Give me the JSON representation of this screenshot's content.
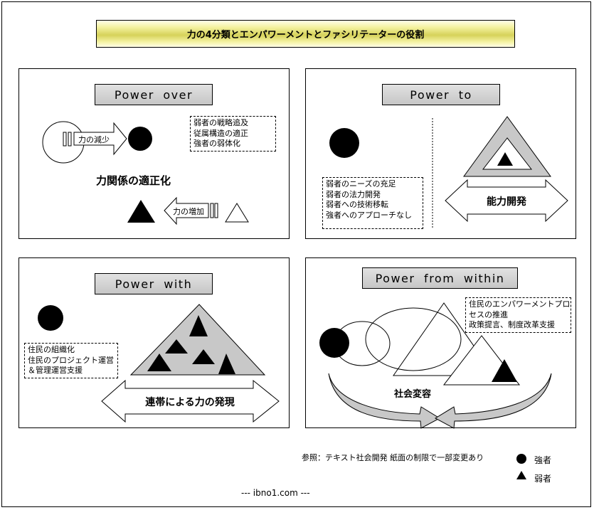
{
  "title": "力の4分類とエンパワーメントとファシリテーターの役割",
  "panels": {
    "power_over": {
      "title": "Power over",
      "notes": [
        "弱者の戦略追及",
        "従属構造の適正",
        "強者の弱体化"
      ],
      "arrow_decrease": "力の減少",
      "arrow_increase": "力の増加",
      "center_label": "力関係の適正化"
    },
    "power_to": {
      "title": "Power to",
      "notes": [
        "弱者のニーズの充足",
        "弱者の法力開発",
        "弱者への技術移転",
        "強者へのアプローチなし"
      ],
      "arrow_label": "能力開発"
    },
    "power_with": {
      "title": "Power with",
      "notes": [
        "住民の組織化",
        "住民のプロジェクト運営",
        "＆管理運営支援"
      ],
      "arrow_label": "連帯による力の発現"
    },
    "power_from_within": {
      "title": "Power from within",
      "notes": [
        "住民のエンパワーメントプロ",
        "セスの推進",
        "政策提言、制度改革支援"
      ],
      "center_label": "社会変容"
    }
  },
  "reference": "参照：テキスト社会開発  紙面の制限で一部変更あり",
  "legend": {
    "strong": "強者",
    "weak": "弱者"
  },
  "footer": "--- ibno1.com ---",
  "colors": {
    "title_bg": "#d6d25a",
    "box_gray": "#c8c8c8",
    "mark": "#000000"
  }
}
